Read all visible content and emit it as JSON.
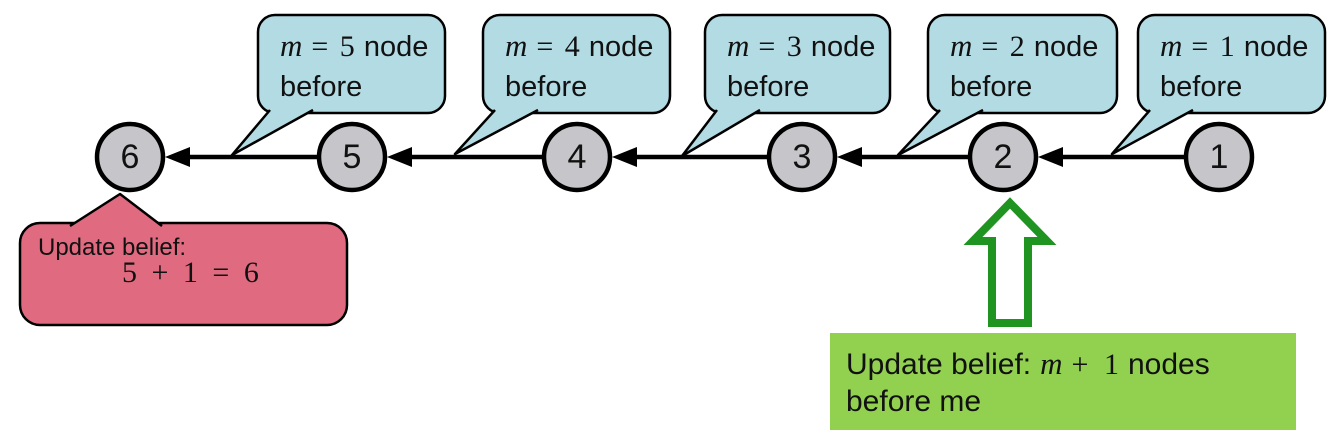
{
  "figure": {
    "description": "Linked chain of six nodes with message-passing callouts",
    "background": "#ffffff"
  },
  "colors": {
    "callout_blue": "#b2dbe3",
    "node_gray": "#c6c5c9",
    "belief_pink": "#e06b80",
    "update_green_box": "#92d050",
    "green_arrow": "#1f9420",
    "line_black": "#000000"
  },
  "nodes": [
    "6",
    "5",
    "4",
    "3",
    "2",
    "1"
  ],
  "callouts": [
    {
      "var": "m",
      "eq": "= 5",
      "noun": "node",
      "line2": "before"
    },
    {
      "var": "m",
      "eq": "= 4",
      "noun": "node",
      "line2": "before"
    },
    {
      "var": "m",
      "eq": "= 3",
      "noun": "node",
      "line2": "before"
    },
    {
      "var": "m",
      "eq": "= 2",
      "noun": "node",
      "line2": "before"
    },
    {
      "var": "m",
      "eq": "= 1",
      "noun": "node",
      "line2": "before"
    }
  ],
  "pink_callout": {
    "line1": "Update belief:",
    "line2": "5 + 1 = 6"
  },
  "green_note": {
    "prefix": "Update belief:",
    "var": "m",
    "math": "+ 1",
    "suffix": "nodes",
    "line2": "before me"
  }
}
